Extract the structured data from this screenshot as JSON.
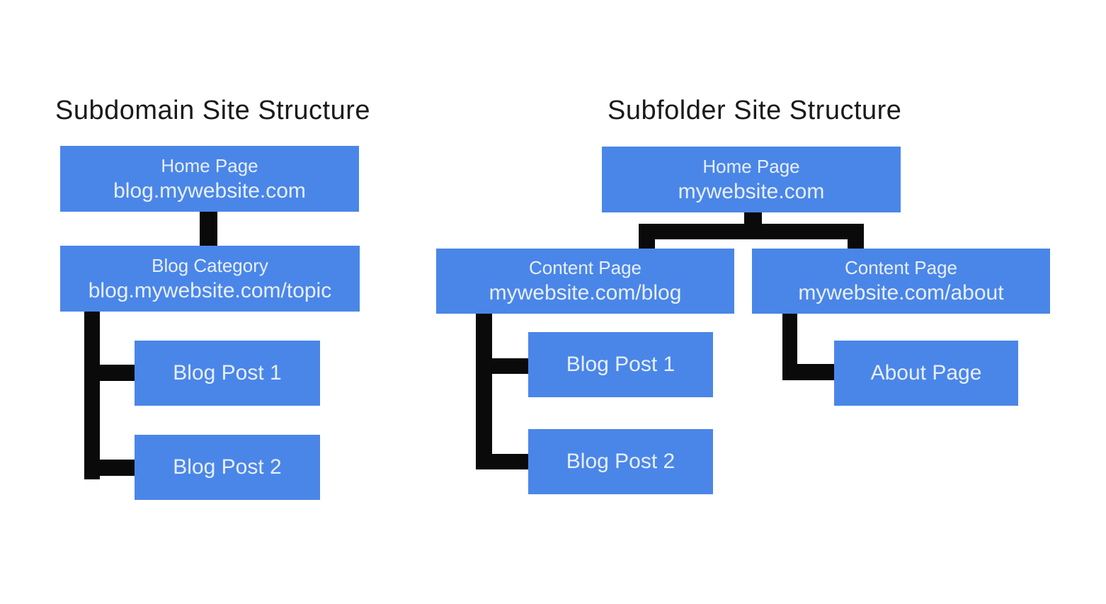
{
  "colors": {
    "background": "#ffffff",
    "box_fill": "#4a86e8",
    "box_text": "#e8effc",
    "connector": "#0a0a0a",
    "title_text": "#1a1a1a"
  },
  "left_panel": {
    "title": "Subdomain Site Structure",
    "nodes": {
      "home": {
        "title": "Home Page",
        "subtitle": "blog.mywebsite.com"
      },
      "category": {
        "title": "Blog Category",
        "subtitle": "blog.mywebsite.com/topic"
      },
      "post1": {
        "title": "Blog Post 1"
      },
      "post2": {
        "title": "Blog Post 2"
      }
    }
  },
  "right_panel": {
    "title": "Subfolder Site Structure",
    "nodes": {
      "home": {
        "title": "Home Page",
        "subtitle": "mywebsite.com"
      },
      "content_blog": {
        "title": "Content Page",
        "subtitle": "mywebsite.com/blog"
      },
      "content_about": {
        "title": "Content Page",
        "subtitle": "mywebsite.com/about"
      },
      "post1": {
        "title": "Blog Post 1"
      },
      "post2": {
        "title": "Blog Post 2"
      },
      "about": {
        "title": "About Page"
      }
    }
  }
}
